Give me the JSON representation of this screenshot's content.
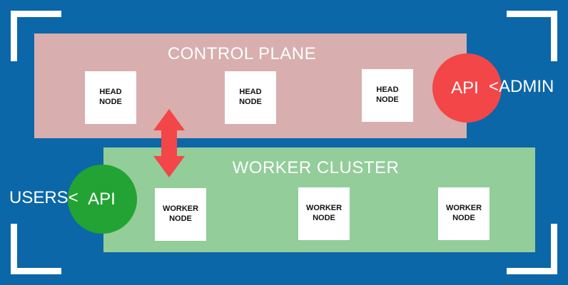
{
  "colors": {
    "background": "#0b67a8",
    "bracket": "#ffffff",
    "control_plane_fill": "#d8aeae",
    "worker_cluster_fill": "#93cd9a",
    "api_admin_fill": "#f34648",
    "api_users_fill": "#23a333",
    "node_fill": "#ffffff",
    "arrow": "#f34648"
  },
  "control_plane": {
    "title": "CONTROL PLANE",
    "nodes": [
      {
        "line1": "HEAD",
        "line2": "NODE"
      },
      {
        "line1": "HEAD",
        "line2": "NODE"
      },
      {
        "line1": "HEAD",
        "line2": "NODE"
      }
    ],
    "api_label": "API",
    "external_label": "<ADMIN"
  },
  "worker_cluster": {
    "title": "WORKER CLUSTER",
    "nodes": [
      {
        "line1": "WORKER",
        "line2": "NODE"
      },
      {
        "line1": "WORKER",
        "line2": "NODE"
      },
      {
        "line1": "WORKER",
        "line2": "NODE"
      }
    ],
    "api_label": "API",
    "external_label": "USERS<"
  },
  "connector": {
    "icon": "double-headed-arrow-icon"
  }
}
